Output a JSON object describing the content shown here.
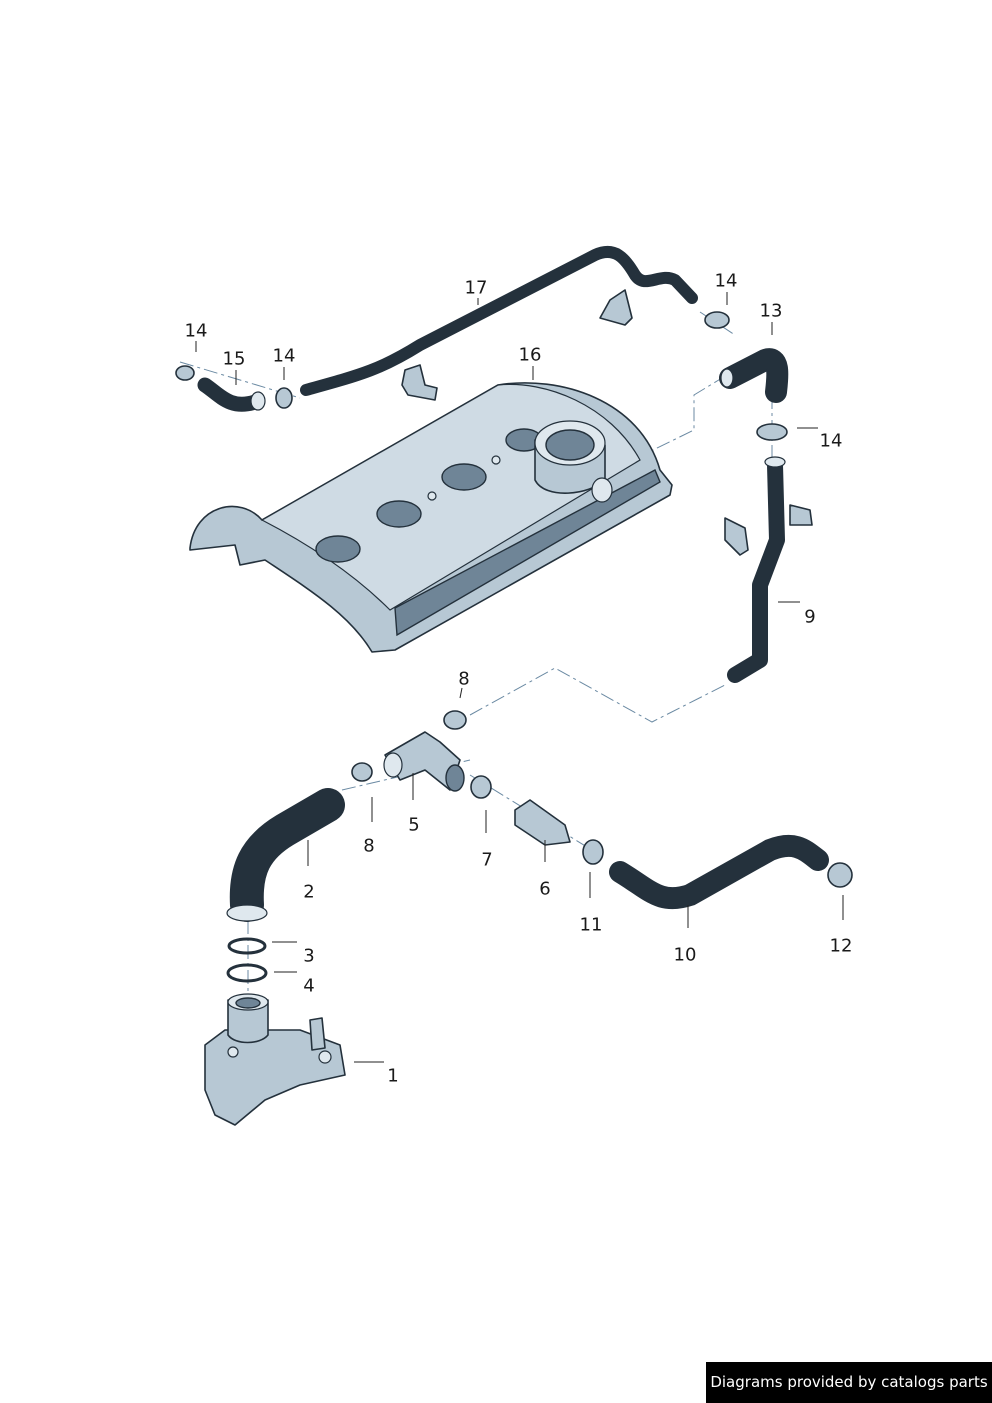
{
  "diagram": {
    "callouts": [
      "1",
      "2",
      "3",
      "4",
      "5",
      "6",
      "7",
      "8",
      "8",
      "9",
      "10",
      "11",
      "12",
      "13",
      "14",
      "14",
      "14",
      "14",
      "15",
      "16",
      "17"
    ],
    "colors": {
      "part": "#b7c8d4",
      "outline": "#24313c",
      "axis_line": "#6b8aa3"
    }
  },
  "footer": {
    "credit": "Diagrams provided by catalogs parts"
  }
}
